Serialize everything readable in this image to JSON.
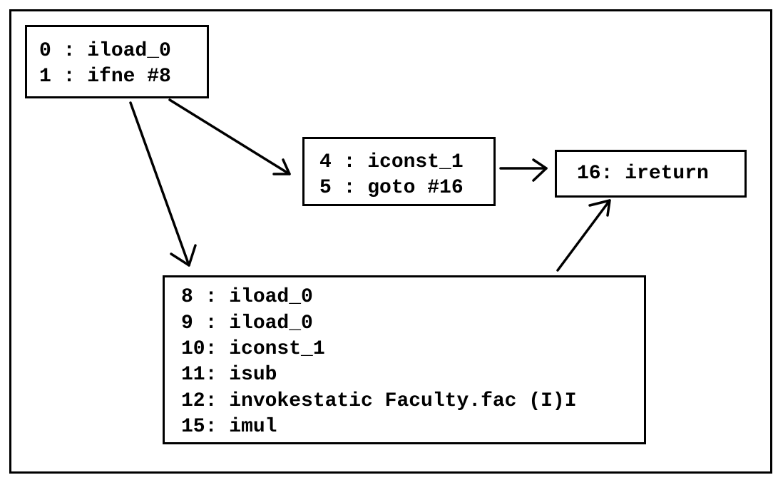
{
  "diagram": {
    "blocks": [
      {
        "id": "block-a",
        "lines": [
          "0 : iload_0",
          "1 : ifne #8"
        ]
      },
      {
        "id": "block-b",
        "lines": [
          "4 : iconst_1",
          "5 : goto #16"
        ]
      },
      {
        "id": "block-c",
        "lines": [
          "16: ireturn"
        ]
      },
      {
        "id": "block-d",
        "lines": [
          "8 : iload_0",
          "9 : iload_0",
          "10: iconst_1",
          "11: isub",
          "12: invokestatic Faculty.fac (I)I",
          "15: imul"
        ]
      }
    ],
    "edges": [
      {
        "from": "block-a",
        "to": "block-b"
      },
      {
        "from": "block-a",
        "to": "block-d"
      },
      {
        "from": "block-b",
        "to": "block-c"
      },
      {
        "from": "block-d",
        "to": "block-c"
      }
    ]
  }
}
